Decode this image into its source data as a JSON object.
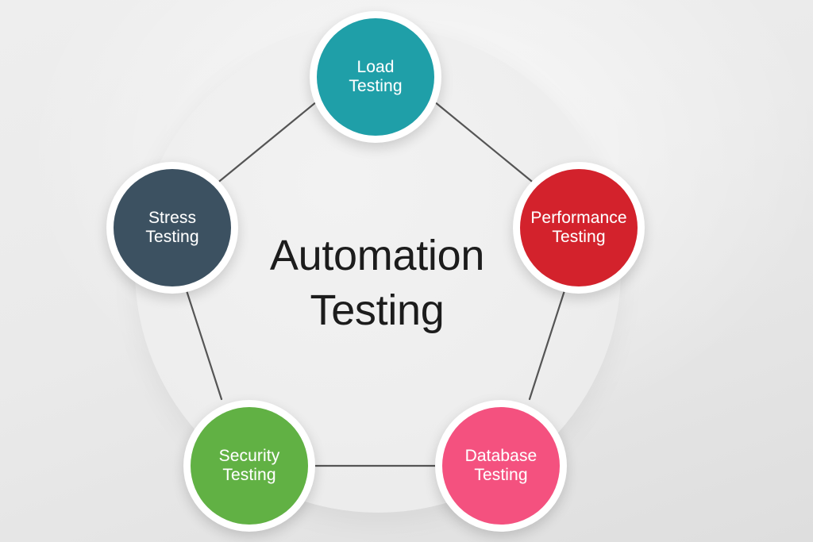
{
  "diagram": {
    "center_title": "Automation\nTesting",
    "title_color": "#1c1c1c",
    "backdrop_color": "#eeeeee",
    "page_background": "#ebebeb",
    "connector_color": "#555555",
    "ring_color": "#ffffff",
    "nodes": [
      {
        "id": "load",
        "label": "Load\nTesting",
        "color": "#1f9fa8",
        "position": "top"
      },
      {
        "id": "performance",
        "label": "Performance\nTesting",
        "color": "#d3222c",
        "position": "right"
      },
      {
        "id": "database",
        "label": "Database\nTesting",
        "color": "#f4517f",
        "position": "bottom-right"
      },
      {
        "id": "security",
        "label": "Security\nTesting",
        "color": "#61b144",
        "position": "bottom-left"
      },
      {
        "id": "stress",
        "label": "Stress\nTesting",
        "color": "#3c5161",
        "position": "left"
      }
    ],
    "connections": [
      {
        "from": "stress",
        "to": "load"
      },
      {
        "from": "load",
        "to": "performance"
      },
      {
        "from": "performance",
        "to": "database"
      },
      {
        "from": "database",
        "to": "security"
      },
      {
        "from": "security",
        "to": "stress"
      }
    ]
  }
}
